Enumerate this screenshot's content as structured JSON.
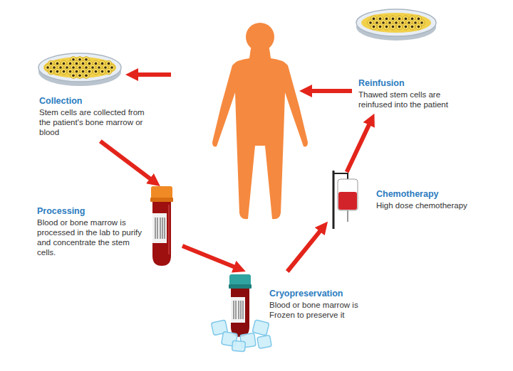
{
  "diagram": {
    "nodes": [
      {
        "text": [
          "Collection",
          "Stem cells are collected from the patient's bone marrow or blood"
        ]
      },
      {
        "text": [
          "Processing",
          "Blood or bone marrow is processed in the lab to purify and concentrate the stem cells."
        ]
      },
      {
        "text": [
          "Cryopreservation",
          "Blood or bone marrow is Frozen to preserve it"
        ]
      },
      {
        "text": [
          "Chemotherapy",
          "High dose chemotherapy"
        ]
      },
      {
        "text": [
          "Reinfusion",
          "Thawed stem cells are reinfused into the patient"
        ]
      }
    ],
    "edges": [
      {
        "from": 0,
        "to": 1,
        "arrow": "to"
      },
      {
        "from": 1,
        "to": 2,
        "arrow": "to"
      },
      {
        "from": 2,
        "to": 3,
        "arrow": "to"
      },
      {
        "from": 3,
        "to": 4,
        "arrow": "to"
      }
    ]
  }
}
